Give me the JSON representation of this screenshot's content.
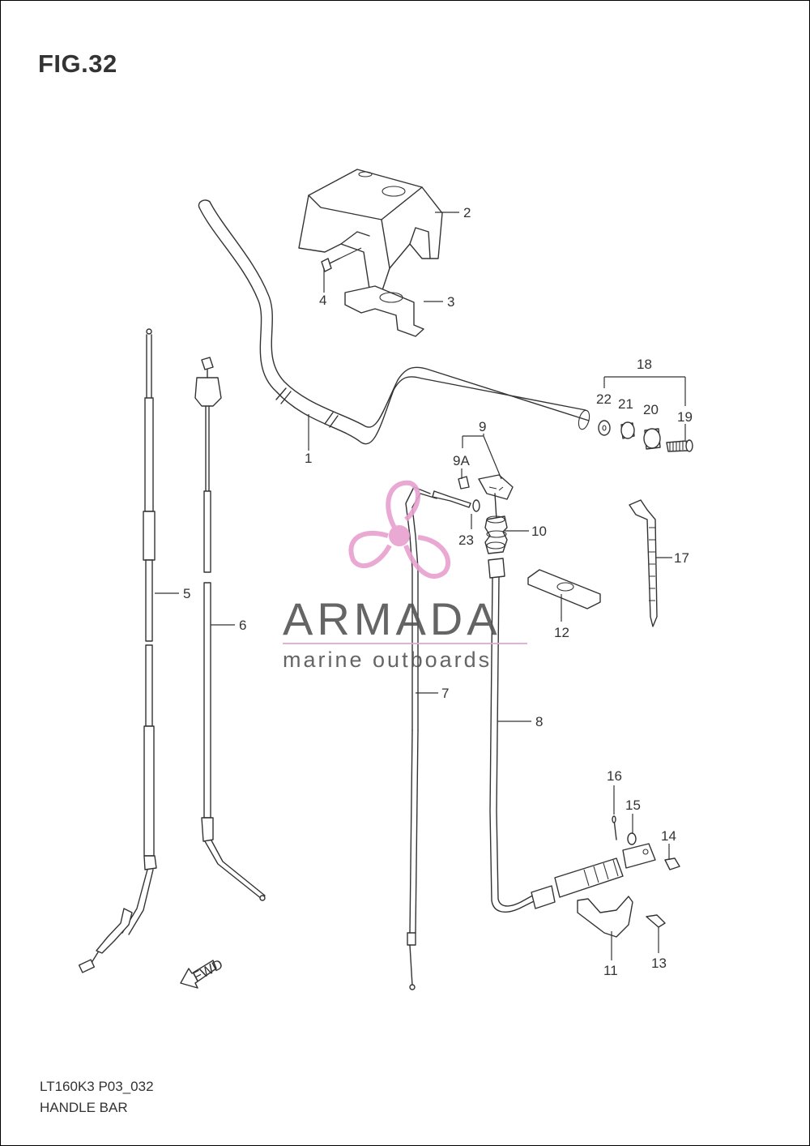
{
  "figure": {
    "title": "FIG.32",
    "code": "LT160K3 P03_032",
    "name": "HANDLE BAR"
  },
  "watermark": {
    "brand": "ARMADA",
    "tagline": "marine outboards",
    "colors": {
      "logo": "#e8a0cf",
      "text": "#555555",
      "rule": "#e0a8d2"
    }
  },
  "fwd_arrow": {
    "text": "FWD"
  },
  "labels": {
    "p1": "1",
    "p2": "2",
    "p3": "3",
    "p4": "4",
    "p5": "5",
    "p6": "6",
    "p7": "7",
    "p8": "8",
    "p9": "9",
    "p9a": "9A",
    "p10": "10",
    "p11": "11",
    "p12": "12",
    "p13": "13",
    "p14": "14",
    "p15": "15",
    "p16": "16",
    "p17": "17",
    "p18": "18",
    "p19": "19",
    "p20": "20",
    "p21": "21",
    "p22": "22",
    "p23": "23"
  }
}
